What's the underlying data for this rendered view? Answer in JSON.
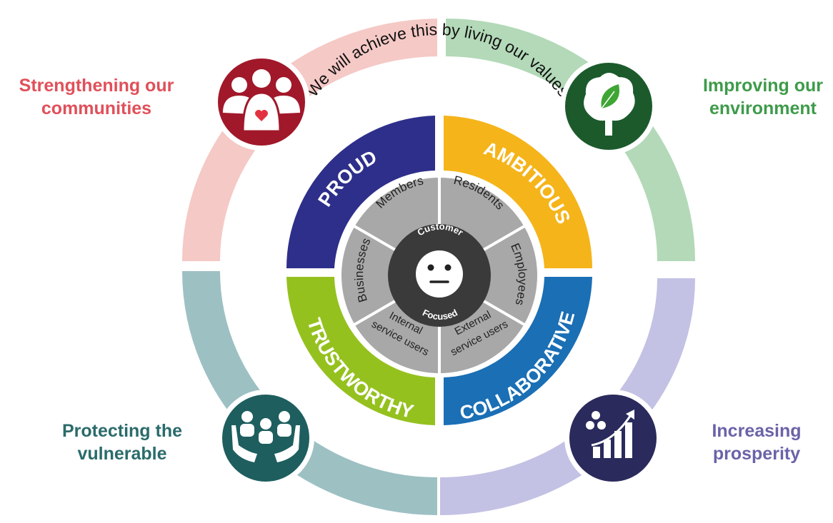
{
  "priorities": {
    "communities": {
      "line1": "Strengthening our",
      "line2": "communities",
      "color": "#e0505a",
      "ring_color": "#f5c9c6",
      "icon_color": "#a1182a",
      "icon": "people-heart-icon"
    },
    "environment": {
      "line1": "Improving our",
      "line2": "environment",
      "color": "#3e9b4a",
      "ring_color": "#b3d9b8",
      "icon_color": "#1c5a2c",
      "icon": "tree-leaf-icon"
    },
    "vulnerable": {
      "line1": "Protecting the",
      "line2": "vulnerable",
      "color": "#2b6b6b",
      "ring_color": "#9dc0c3",
      "icon_color": "#1e5e5e",
      "icon": "hands-family-icon"
    },
    "prosperity": {
      "line1": "Increasing",
      "line2": "prosperity",
      "color": "#6a63a8",
      "ring_color": "#c3c1e4",
      "icon_color": "#2a2a5c",
      "icon": "growth-chart-icon"
    }
  },
  "values_heading": "We will achieve this by living our values",
  "values": {
    "proud": {
      "label": "PROUD",
      "color": "#2e2f8a"
    },
    "ambitious": {
      "label": "AMBITIOUS",
      "color": "#f5b41a"
    },
    "trustworthy": {
      "label": "TRUSTWORTHY",
      "color": "#95c11f"
    },
    "collaborative": {
      "label": "COLLABORATIVE",
      "color": "#1a6fb5"
    }
  },
  "stakeholders": {
    "members": "Members",
    "residents": "Residents",
    "employees": "Employees",
    "external_line1": "External",
    "external_line2": "service users",
    "internal_line1": "Internal",
    "internal_line2": "service users",
    "businesses": "Businesses",
    "segment_color": "#a8a8a8"
  },
  "center": {
    "top": "Customer",
    "bottom": "Focused",
    "icon": "smiley-face-icon",
    "color": "#3a3a3a"
  }
}
